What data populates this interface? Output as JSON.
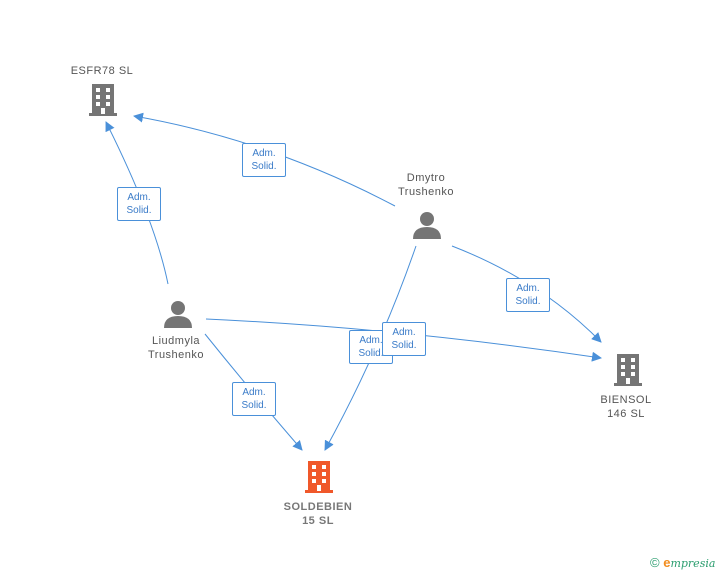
{
  "nodes": {
    "esfr78": {
      "line1": "ESFR78  SL",
      "line2": ""
    },
    "dmytro": {
      "line1": "Dmytro",
      "line2": "Trushenko"
    },
    "liudmyla": {
      "line1": "Liudmyla",
      "line2": "Trushenko"
    },
    "biensol": {
      "line1": "BIENSOL",
      "line2": "146  SL"
    },
    "soldebien": {
      "line1": "SOLDEBIEN",
      "line2": "15  SL"
    }
  },
  "edge_label": {
    "line1": "Adm.",
    "line2": "Solid."
  },
  "colors": {
    "edge": "#4a90d9",
    "company": "#757575",
    "company_main": "#f0582a",
    "person": "#757575"
  },
  "icons": {
    "company": "building-icon",
    "person": "person-icon"
  },
  "footer": {
    "copyright": "©",
    "brand_initial": "e",
    "brand_rest": "mpresia"
  }
}
